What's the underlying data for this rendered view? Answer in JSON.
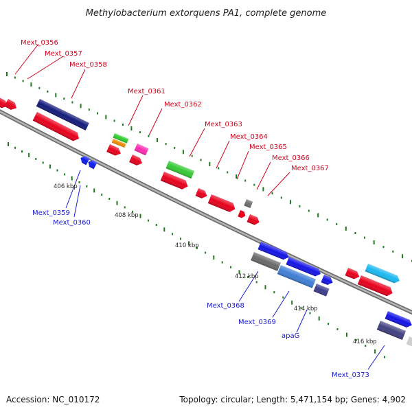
{
  "title": "Methylobacterium extorquens PA1, complete genome",
  "footer": {
    "accession": "Accession: NC_010172",
    "stats": "Topology: circular; Length: 5,471,154 bp; Genes: 4,902"
  },
  "colors": {
    "forward_label": "#d0021b",
    "reverse_label": "#1a1acc",
    "backbone": "#8e8e8e",
    "tick": "#1e7a1e"
  },
  "kbp_ticks": [
    {
      "label": "406 kbp",
      "value": 406
    },
    {
      "label": "408 kbp",
      "value": 408
    },
    {
      "label": "410 kbp",
      "value": 410
    },
    {
      "label": "412 kbp",
      "value": 412
    },
    {
      "label": "414 kbp",
      "value": 414
    },
    {
      "label": "416 kbp",
      "value": 416
    }
  ],
  "gene_labels": [
    {
      "text": "Mext_0356",
      "strand": "forward"
    },
    {
      "text": "Mext_0357",
      "strand": "forward"
    },
    {
      "text": "Mext_0358",
      "strand": "forward"
    },
    {
      "text": "Mext_0361",
      "strand": "forward"
    },
    {
      "text": "Mext_0362",
      "strand": "forward"
    },
    {
      "text": "Mext_0363",
      "strand": "forward"
    },
    {
      "text": "Mext_0364",
      "strand": "forward"
    },
    {
      "text": "Mext_0365",
      "strand": "forward"
    },
    {
      "text": "Mext_0366",
      "strand": "forward"
    },
    {
      "text": "Mext_0367",
      "strand": "forward"
    },
    {
      "text": "Mext_0359",
      "strand": "reverse"
    },
    {
      "text": "Mext_0360",
      "strand": "reverse"
    },
    {
      "text": "Mext_0368",
      "strand": "reverse"
    },
    {
      "text": "Mext_0369",
      "strand": "reverse"
    },
    {
      "text": "apaG",
      "strand": "reverse"
    },
    {
      "text": "Mext_0373",
      "strand": "reverse"
    }
  ]
}
